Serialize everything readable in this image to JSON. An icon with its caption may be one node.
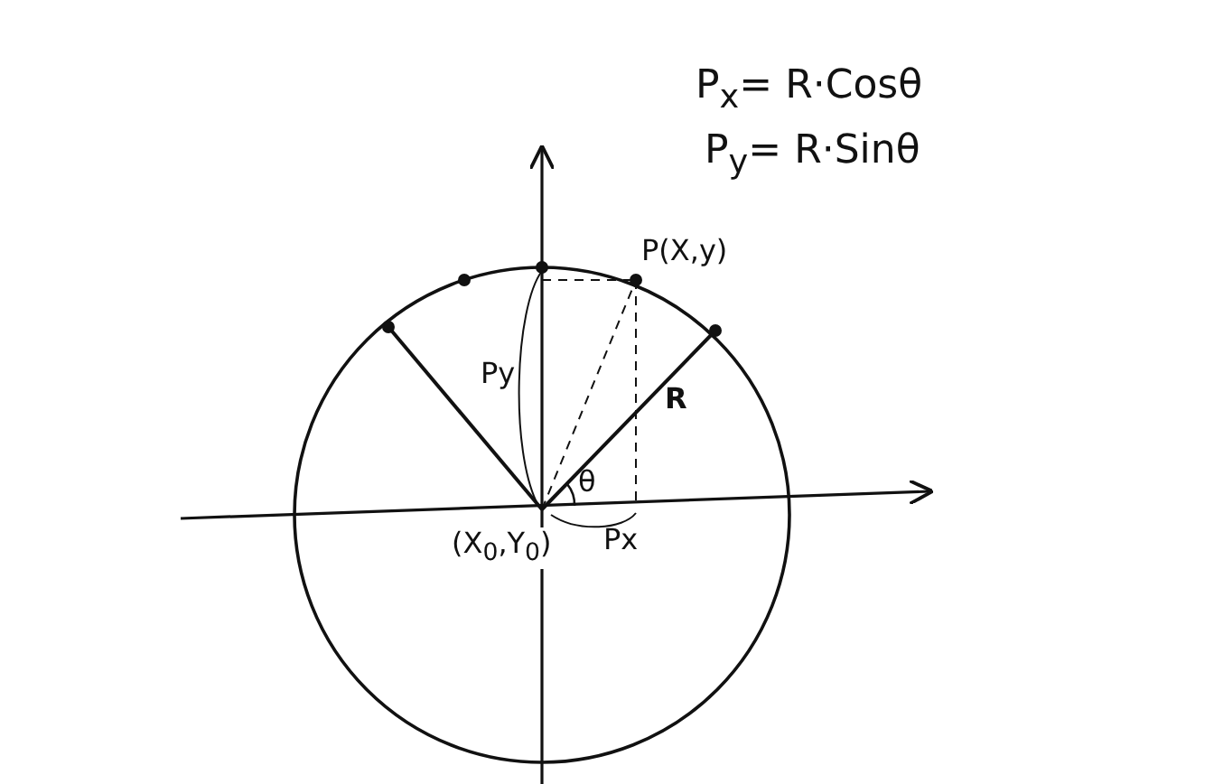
{
  "diagram": {
    "labels": [
      "P$_{x}$= R·Cosθ",
      "P$_{y}$= R·Sinθ",
      "P(X,y)",
      "Py",
      "R",
      "θ",
      "(X$_{0}$,Y$_{0}$)",
      "Px"
    ]
  }
}
